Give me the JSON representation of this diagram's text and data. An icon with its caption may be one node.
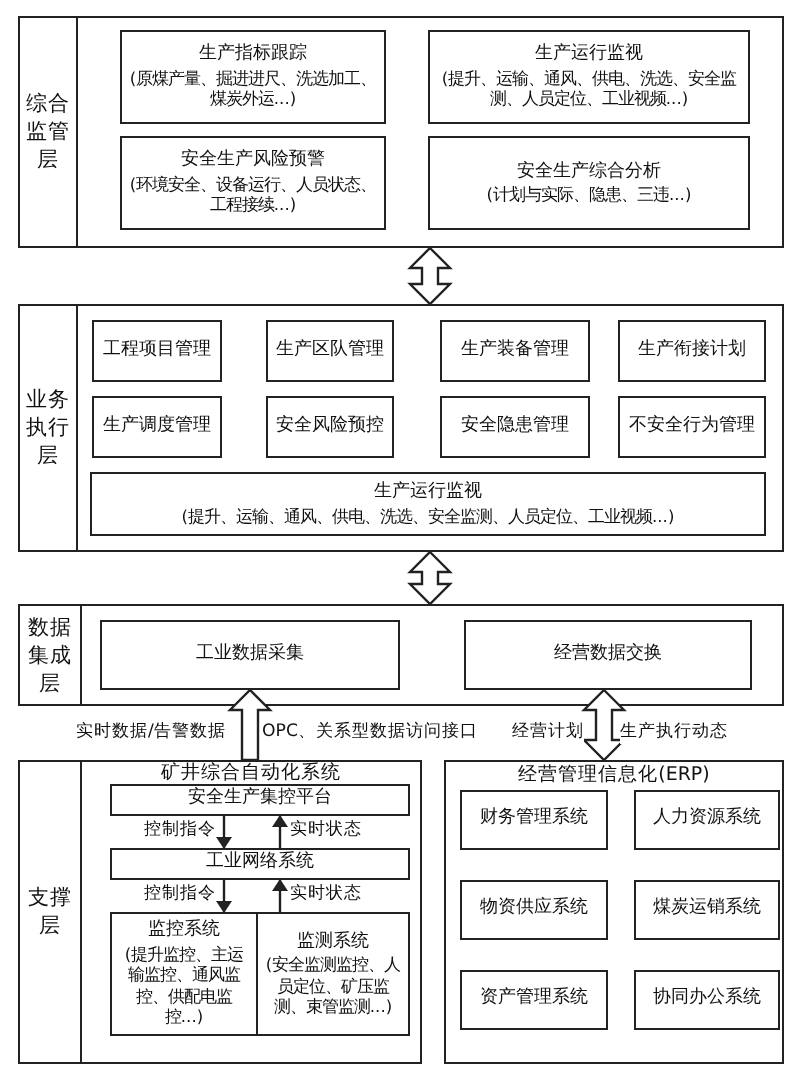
{
  "diagram": {
    "nodes": [
      {
        "text": [
          "综合监管层"
        ]
      },
      {
        "text": [
          "生产指标跟踪",
          "(原煤产量、掘进进尺、洗选加工、煤炭外运...)"
        ],
        "in": 0
      },
      {
        "text": [
          "生产运行监视",
          "(提升、运输、通风、供电、洗选、安全监测、人员定位、工业视频...)"
        ],
        "in": 0
      },
      {
        "text": [
          "安全生产风险预警",
          "(环境安全、设备运行、人员状态、工程接续...)"
        ],
        "in": 0
      },
      {
        "text": [
          "安全生产综合分析",
          "(计划与实际、隐患、三违...)"
        ],
        "in": 0
      },
      {
        "text": [
          "业务执行层"
        ]
      },
      {
        "text": [
          "工程项目管理"
        ],
        "in": 5
      },
      {
        "text": [
          "生产区队管理"
        ],
        "in": 5
      },
      {
        "text": [
          "生产装备管理"
        ],
        "in": 5
      },
      {
        "text": [
          "生产衔接计划"
        ],
        "in": 5
      },
      {
        "text": [
          "生产调度管理"
        ],
        "in": 5
      },
      {
        "text": [
          "安全风险预控"
        ],
        "in": 5
      },
      {
        "text": [
          "安全隐患管理"
        ],
        "in": 5
      },
      {
        "text": [
          "不安全行为管理"
        ],
        "in": 5
      },
      {
        "text": [
          "生产运行监视",
          "(提升、运输、通风、供电、洗选、安全监测、人员定位、工业视频...)"
        ],
        "in": 5
      },
      {
        "text": [
          "数据集成层"
        ]
      },
      {
        "text": [
          "工业数据采集"
        ],
        "in": 15
      },
      {
        "text": [
          "经营数据交换"
        ],
        "in": 15
      },
      {
        "text": [
          "支撑层"
        ]
      },
      {
        "text": [
          "矿井综合自动化系统"
        ],
        "in": 18
      },
      {
        "text": [
          "安全生产集控平台"
        ],
        "in": 19
      },
      {
        "text": [
          "工业网络系统"
        ],
        "in": 19
      },
      {
        "text": [
          "监控系统",
          "(提升监控、主运输监控、通风监控、供配电监控...)"
        ],
        "in": 19
      },
      {
        "text": [
          "监测系统",
          "(安全监测监控、人员定位、矿压监测、束管监测...)"
        ],
        "in": 19
      },
      {
        "text": [
          "经营管理信息化(ERP)"
        ]
      },
      {
        "text": [
          "财务管理系统"
        ],
        "in": 24
      },
      {
        "text": [
          "人力资源系统"
        ],
        "in": 24
      },
      {
        "text": [
          "物资供应系统"
        ],
        "in": 24
      },
      {
        "text": [
          "煤炭运销系统"
        ],
        "in": 24
      },
      {
        "text": [
          "资产管理系统"
        ],
        "in": 24
      },
      {
        "text": [
          "协同办公系统"
        ],
        "in": 24
      }
    ],
    "edges": [
      {
        "from": 0,
        "to": 5,
        "arrow": "both",
        "style": "thick"
      },
      {
        "from": 5,
        "to": 15,
        "arrow": "both",
        "style": "thick"
      },
      {
        "from": 19,
        "to": 16,
        "arrow": "to",
        "style": "thick"
      },
      {
        "from": 17,
        "to": 24,
        "arrow": "both",
        "style": "thick"
      },
      {
        "from": 20,
        "to": 21,
        "arrow": "to",
        "label": "控制指令"
      },
      {
        "from": 21,
        "to": 20,
        "arrow": "to",
        "label": "实时状态"
      },
      {
        "from": 21,
        "to": 22,
        "arrow": "to",
        "label": "控制指令"
      },
      {
        "from": 23,
        "to": 21,
        "arrow": "to",
        "label": "实时状态"
      }
    ],
    "labels": [
      "实时数据/告警数据",
      "OPC、关系型数据访问接口",
      "经营计划",
      "生产执行动态"
    ]
  }
}
